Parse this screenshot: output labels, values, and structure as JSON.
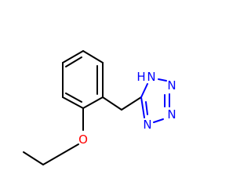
{
  "molecule": {
    "atoms": {
      "oxygen": "O",
      "n_h": "N",
      "h_on_n": "H",
      "n_top_right": "N",
      "n_bottom_right": "N",
      "n_bottom": "N"
    },
    "colors": {
      "carbon_bond": "#000000",
      "oxygen": "#ff0000",
      "nitrogen": "#0000ff"
    }
  }
}
